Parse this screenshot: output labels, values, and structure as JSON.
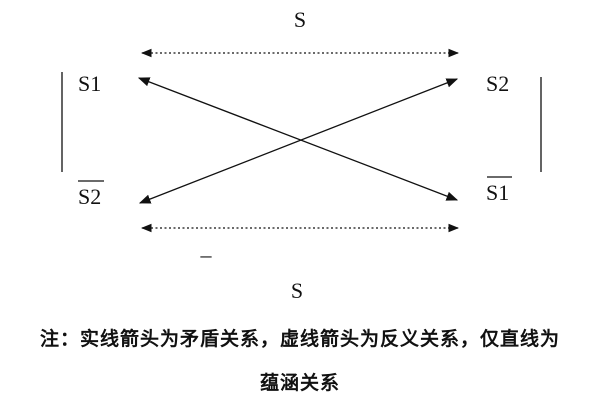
{
  "diagram": {
    "top_label": "S",
    "bottom_label": "S",
    "bottom_label_bar": "–",
    "left_top": "S1",
    "left_bottom": "S2",
    "right_top": "S2",
    "right_bottom": "S1",
    "arrow_color": "#111111"
  },
  "caption": {
    "line1": "注：实线箭头为矛盾关系，虚线箭头为反义关系，仅直线为",
    "line2": "蕴涵关系"
  }
}
